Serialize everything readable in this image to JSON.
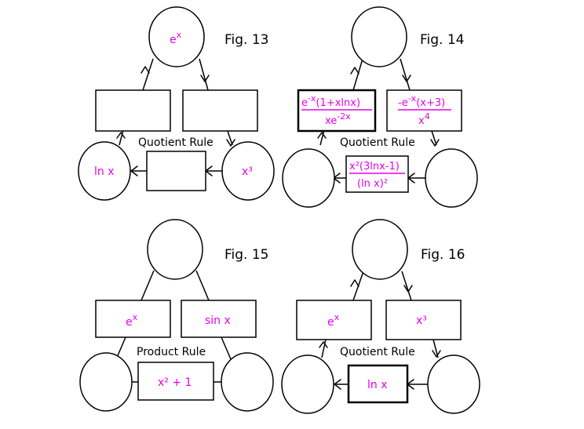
{
  "colors": {
    "line": "#000000",
    "math": "#e600e6",
    "background": "#ffffff"
  },
  "fig13": {
    "caption": "Fig. 13",
    "rule": "Quotient Rule",
    "top_base": "e",
    "top_exp": "x",
    "left": "ln x",
    "right": "x³"
  },
  "fig14": {
    "caption": "Fig. 14",
    "rule": "Quotient Rule",
    "left_box_num_a": "e",
    "left_box_num_exp": "-x",
    "left_box_num_b": "(1+xlnx)",
    "left_box_den_a": "xe",
    "left_box_den_exp": "-2x",
    "right_box_num_a": "-e",
    "right_box_num_exp": "-x",
    "right_box_num_b": "(x+3)",
    "right_box_den_a": "x",
    "right_box_den_exp": "4",
    "bottom_box_num": "x²(3lnx-1)",
    "bottom_box_den": "(ln x)²"
  },
  "fig15": {
    "caption": "Fig. 15",
    "rule": "Product Rule",
    "left_box_base": "e",
    "left_box_exp": "x",
    "right_box": "sin x",
    "bottom_box": "x² + 1"
  },
  "fig16": {
    "caption": "Fig. 16",
    "rule": "Quotient Rule",
    "left_box_base": "e",
    "left_box_exp": "x",
    "right_box": "x³",
    "bottom_box": "ln x"
  }
}
